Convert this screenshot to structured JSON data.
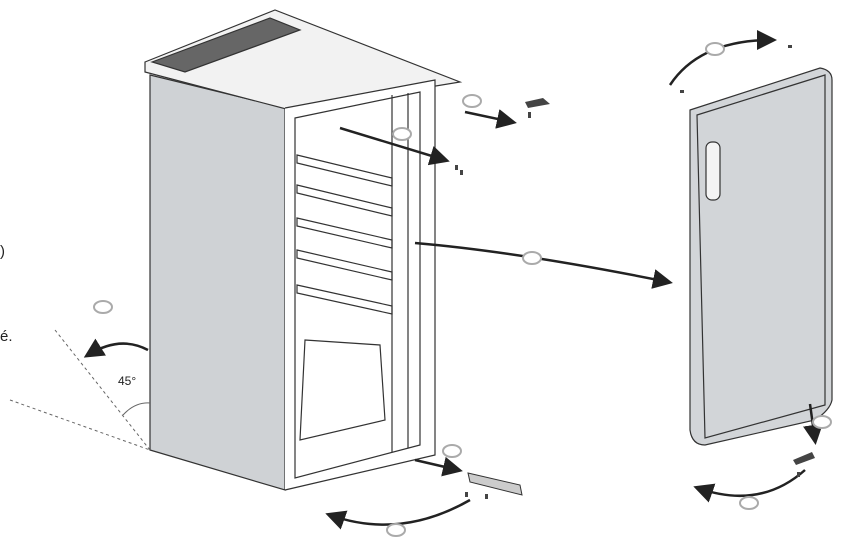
{
  "fragments": {
    "paren": ")",
    "accent": "é."
  },
  "angle_label": "45°",
  "colors": {
    "cabinet_side": "#cfd2d5",
    "door": "#d2d5d8",
    "line": "#333333",
    "callout": "#aaaaaa"
  },
  "icons": [
    "fridge-cabinet",
    "fridge-door",
    "hinge",
    "screw",
    "curved-arrow",
    "callout-circle"
  ]
}
